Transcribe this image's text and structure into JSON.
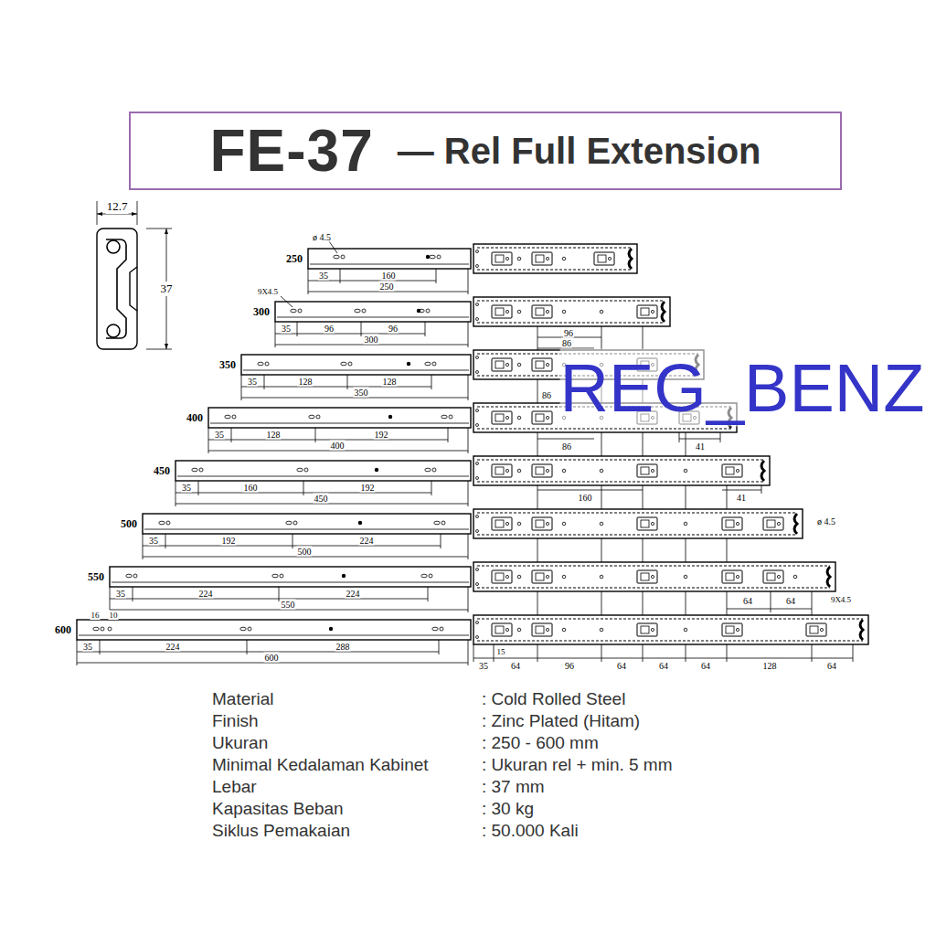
{
  "diagram": {
    "nodes": [
      {
        "text": [
          "FE-37",
          "— Rel Full Extension"
        ]
      }
    ],
    "labels": [
      "12.7",
      "37",
      "250",
      "ø 4.5",
      "35",
      "160",
      "250",
      "300",
      "9X4.5",
      "35",
      "96",
      "96",
      "300",
      "350",
      "35",
      "128",
      "128",
      "350",
      "400",
      "35",
      "128",
      "192",
      "400",
      "450",
      "35",
      "160",
      "192",
      "450",
      "500",
      "35",
      "192",
      "224",
      "500",
      "550",
      "35",
      "224",
      "224",
      "550",
      "600",
      "16",
      "10",
      "35",
      "224",
      "288",
      "600",
      "96",
      "86",
      "86",
      "41",
      "86",
      "160",
      "41",
      "ø 4.5",
      "64",
      "64",
      "9X4.5",
      "35",
      "15",
      "64",
      "96",
      "64",
      "64",
      "64",
      "128",
      "64",
      "REG_BENZ",
      "Material",
      ": Cold Rolled Steel",
      "Finish",
      ": Zinc Plated (Hitam)",
      "Ukuran",
      ": 250 - 600 mm",
      "Minimal Kedalaman Kabinet",
      ": Ukuran rel + min. 5 mm",
      "Lebar",
      ": 37 mm",
      "Kapasitas Beban",
      ": 30 kg",
      "Siklus Pemakaian",
      ": 50.000 Kali"
    ]
  }
}
